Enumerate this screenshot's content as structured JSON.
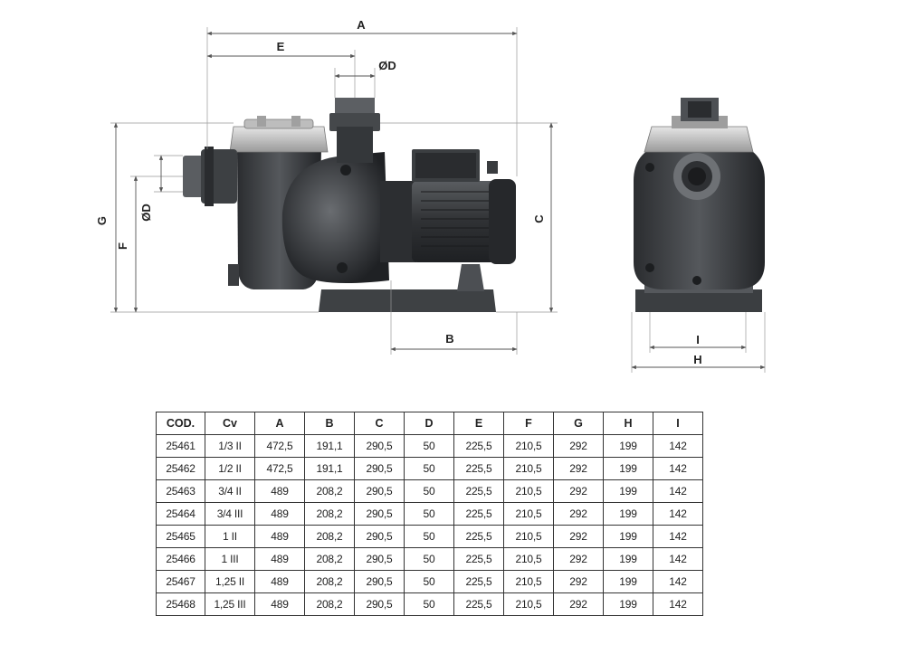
{
  "dimensions": {
    "A": "A",
    "B": "B",
    "C": "C",
    "D_top": "ØD",
    "D_side": "ØD",
    "E": "E",
    "F": "F",
    "G": "G",
    "H": "H",
    "I": "I"
  },
  "colors": {
    "body": "#3a3d40",
    "body_dark": "#25272a",
    "lid": "#c9c9c9",
    "base": "#4a4d50",
    "line": "#555555"
  },
  "table": {
    "headers": [
      "COD.",
      "Cv",
      "A",
      "B",
      "C",
      "D",
      "E",
      "F",
      "G",
      "H",
      "I"
    ],
    "rows": [
      [
        "25461",
        "1/3 II",
        "472,5",
        "191,1",
        "290,5",
        "50",
        "225,5",
        "210,5",
        "292",
        "199",
        "142"
      ],
      [
        "25462",
        "1/2 II",
        "472,5",
        "191,1",
        "290,5",
        "50",
        "225,5",
        "210,5",
        "292",
        "199",
        "142"
      ],
      [
        "25463",
        "3/4 II",
        "489",
        "208,2",
        "290,5",
        "50",
        "225,5",
        "210,5",
        "292",
        "199",
        "142"
      ],
      [
        "25464",
        "3/4 III",
        "489",
        "208,2",
        "290,5",
        "50",
        "225,5",
        "210,5",
        "292",
        "199",
        "142"
      ],
      [
        "25465",
        "1 II",
        "489",
        "208,2",
        "290,5",
        "50",
        "225,5",
        "210,5",
        "292",
        "199",
        "142"
      ],
      [
        "25466",
        "1 III",
        "489",
        "208,2",
        "290,5",
        "50",
        "225,5",
        "210,5",
        "292",
        "199",
        "142"
      ],
      [
        "25467",
        "1,25 II",
        "489",
        "208,2",
        "290,5",
        "50",
        "225,5",
        "210,5",
        "292",
        "199",
        "142"
      ],
      [
        "25468",
        "1,25 III",
        "489",
        "208,2",
        "290,5",
        "50",
        "225,5",
        "210,5",
        "292",
        "199",
        "142"
      ]
    ]
  }
}
